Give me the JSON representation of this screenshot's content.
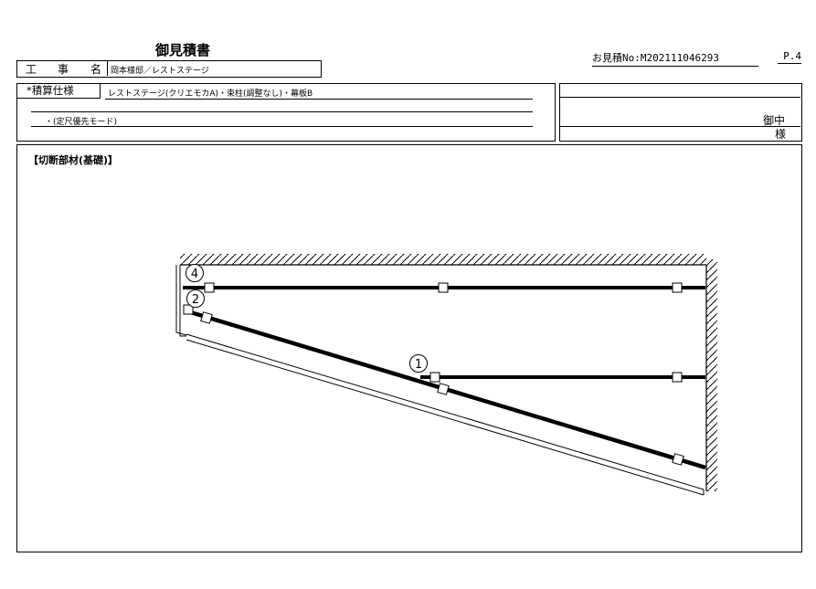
{
  "header": {
    "title": "御見積書",
    "estimate_no": "お見積No:M202111046293",
    "page": "P.4"
  },
  "project": {
    "label": "工　事　名",
    "label_1": "工",
    "label_2": "事",
    "label_3": "名",
    "name": "岡本様邸／レストステージ"
  },
  "spec": {
    "label": "*積算仕様",
    "line1": "レストステージ(クリエモカA)・束柱(調整なし)・幕板B",
    "line2": "・(定尺優先モード)"
  },
  "recipient": {
    "suffix_1": "御中",
    "suffix_2": "様"
  },
  "section": {
    "title": "【切断部材(基礎)】"
  },
  "diagram": {
    "labels": [
      "4",
      "2",
      "1"
    ]
  }
}
